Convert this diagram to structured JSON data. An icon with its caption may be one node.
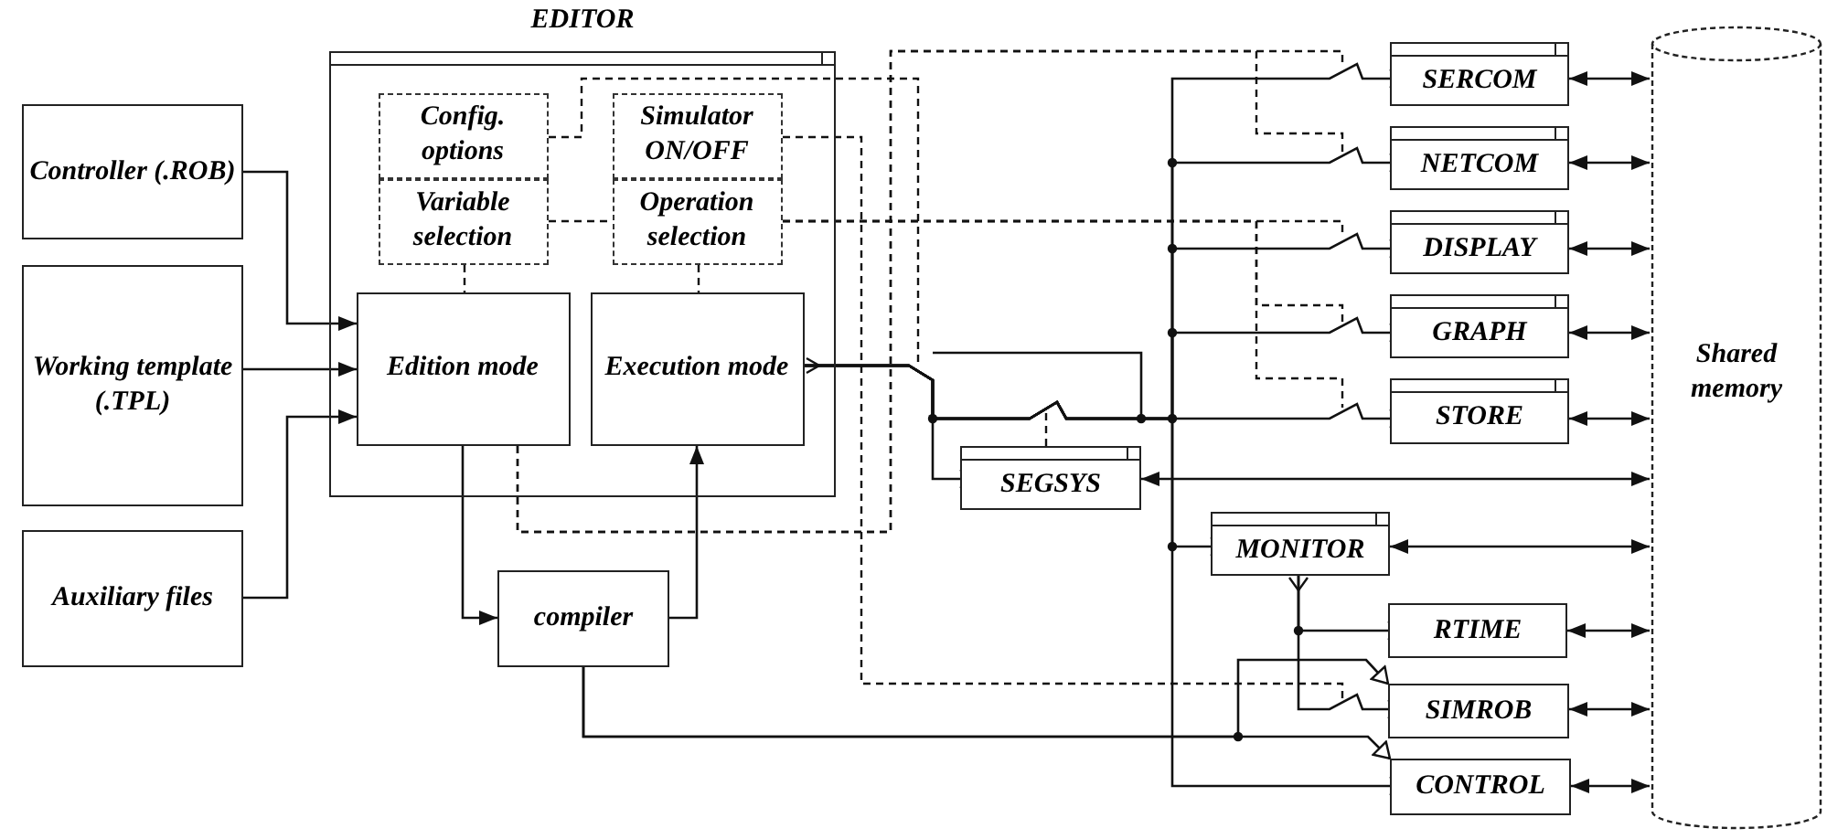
{
  "diagram": {
    "nodes": [
      {
        "text": [
          "EDITOR"
        ]
      },
      {
        "text": [
          "Config. options"
        ],
        "in": 0
      },
      {
        "text": [
          "Variable selection"
        ],
        "in": 0
      },
      {
        "text": [
          "Simulator ON/OFF"
        ],
        "in": 0
      },
      {
        "text": [
          "Operation selection"
        ],
        "in": 0
      },
      {
        "text": [
          "Edition mode"
        ],
        "in": 0
      },
      {
        "text": [
          "Execution mode"
        ],
        "in": 0
      },
      {
        "text": [
          "Controller (.ROB)"
        ]
      },
      {
        "text": [
          "Working template (.TPL)"
        ]
      },
      {
        "text": [
          "Auxiliary files"
        ]
      },
      {
        "text": [
          "compiler"
        ]
      },
      {
        "text": [
          "SERCOM"
        ]
      },
      {
        "text": [
          "NETCOM"
        ]
      },
      {
        "text": [
          "DISPLAY"
        ]
      },
      {
        "text": [
          "GRAPH"
        ]
      },
      {
        "text": [
          "STORE"
        ]
      },
      {
        "text": [
          "SEGSYS"
        ]
      },
      {
        "text": [
          "MONITOR"
        ]
      },
      {
        "text": [
          "RTIME"
        ]
      },
      {
        "text": [
          "SIMROB"
        ]
      },
      {
        "text": [
          "CONTROL"
        ]
      },
      {
        "text": [
          "Shared memory"
        ]
      }
    ],
    "edges": [
      {
        "from": 7,
        "to": 5,
        "arrow": "to"
      },
      {
        "from": 8,
        "to": 5,
        "arrow": "to"
      },
      {
        "from": 9,
        "to": 5,
        "arrow": "to"
      },
      {
        "from": 5,
        "to": 10,
        "arrow": "to"
      },
      {
        "from": 10,
        "to": 6,
        "arrow": "to"
      },
      {
        "from": 2,
        "to": 5,
        "arrow": "none",
        "style": "dashed"
      },
      {
        "from": 4,
        "to": 6,
        "arrow": "none",
        "style": "dashed"
      },
      {
        "from": 2,
        "to": 4,
        "arrow": "none",
        "style": "dashed"
      },
      {
        "from": 1,
        "to": null,
        "arrow": "none",
        "style": "dashed"
      },
      {
        "from": 5,
        "to": null,
        "arrow": "none",
        "style": "dashed"
      },
      {
        "from": 5,
        "to": null,
        "arrow": "none",
        "style": "dashed"
      },
      {
        "from": 3,
        "to": null,
        "arrow": "none",
        "style": "dashed"
      },
      {
        "from": 4,
        "to": null,
        "arrow": "none",
        "style": "dashed"
      },
      {
        "from": 4,
        "to": null,
        "arrow": "none",
        "style": "dashed"
      },
      {
        "from": 4,
        "to": null,
        "arrow": "none",
        "style": "dashed"
      },
      {
        "from": 16,
        "to": null,
        "arrow": "none",
        "style": "dashed"
      },
      {
        "from": 6,
        "to": 16,
        "arrow": "to"
      },
      {
        "from": 6,
        "to": 11,
        "arrow": "to"
      },
      {
        "from": 6,
        "to": 12,
        "arrow": "to"
      },
      {
        "from": 6,
        "to": 13,
        "arrow": "to"
      },
      {
        "from": 6,
        "to": 14,
        "arrow": "to"
      },
      {
        "from": 6,
        "to": 15,
        "arrow": "to"
      },
      {
        "from": 6,
        "to": 17,
        "arrow": "to"
      },
      {
        "from": 6,
        "to": 20,
        "arrow": "to"
      },
      {
        "from": 17,
        "to": 18,
        "arrow": "to"
      },
      {
        "from": 17,
        "to": 19,
        "arrow": "to"
      },
      {
        "from": 10,
        "to": 19,
        "arrow": "to"
      },
      {
        "from": 10,
        "to": 20,
        "arrow": "to"
      },
      {
        "from": 11,
        "to": 21,
        "arrow": "both"
      },
      {
        "from": 12,
        "to": 21,
        "arrow": "both"
      },
      {
        "from": 13,
        "to": 21,
        "arrow": "both"
      },
      {
        "from": 14,
        "to": 21,
        "arrow": "both"
      },
      {
        "from": 15,
        "to": 21,
        "arrow": "both"
      },
      {
        "from": 16,
        "to": 21,
        "arrow": "both"
      },
      {
        "from": 17,
        "to": 21,
        "arrow": "both"
      },
      {
        "from": 18,
        "to": 21,
        "arrow": "both"
      },
      {
        "from": 19,
        "to": 21,
        "arrow": "both"
      },
      {
        "from": 20,
        "to": 21,
        "arrow": "both"
      }
    ]
  }
}
